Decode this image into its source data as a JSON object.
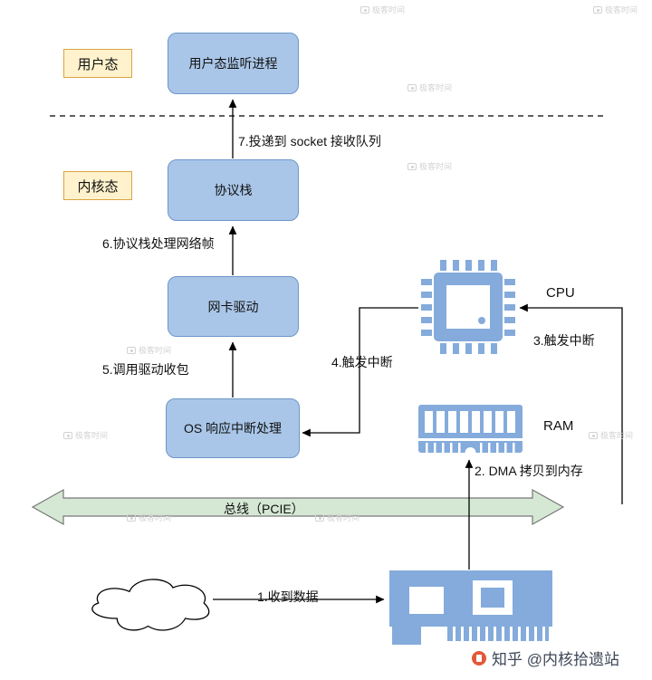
{
  "diagram": {
    "zones": {
      "user_mode": "用户态",
      "kernel_mode": "内核态"
    },
    "nodes": {
      "user_process": "用户态监听进程",
      "protocol_stack": "协议栈",
      "nic_driver": "网卡驱动",
      "os_interrupt": "OS 响应中断处理"
    },
    "hardware": {
      "cpu": "CPU",
      "ram": "RAM"
    },
    "steps": {
      "step1": "1.收到数据",
      "step2": "2. DMA 拷贝到内存",
      "step3": "3.触发中断",
      "step4": "4.触发中断",
      "step5": "5.调用驱动收包",
      "step6": "6.协议栈处理网络帧",
      "step7": "7.投递到 socket 接收队列"
    },
    "bus": {
      "label": "总线（PCIE）"
    }
  },
  "watermarks": {
    "faint": "极客时间",
    "credit": "知乎 @内核拾遗站"
  },
  "colors": {
    "node_fill": "#A9C6E8",
    "node_border": "#6E96C8",
    "zone_fill": "#FFF2CC",
    "zone_border": "#D9A441",
    "bus_fill": "#D5E8D4",
    "bus_border": "#777777",
    "hardware_blue": "#84ABDB",
    "arrow": "#000000"
  }
}
